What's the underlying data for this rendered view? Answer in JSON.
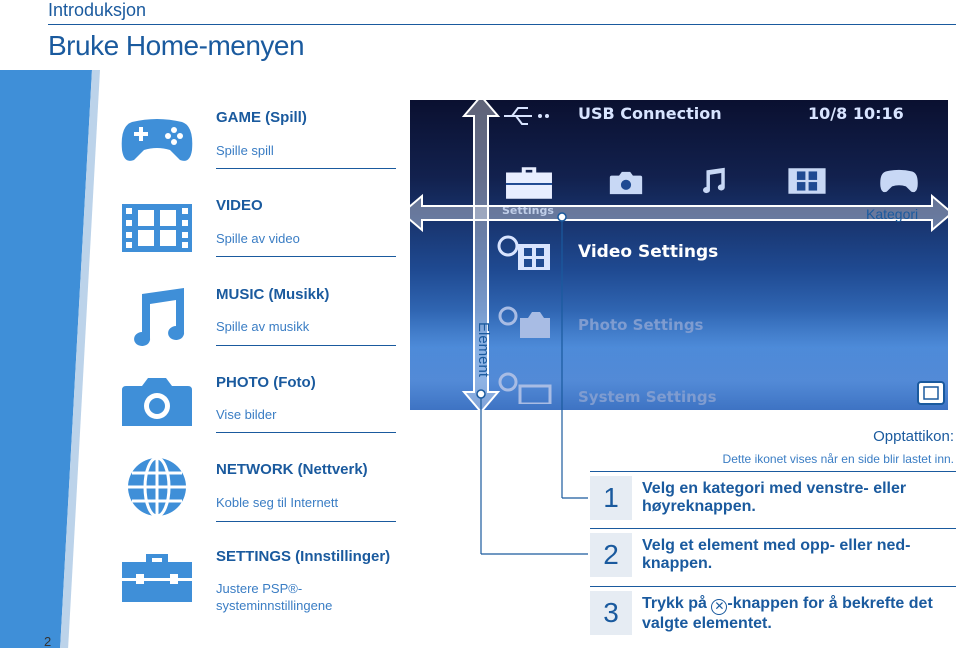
{
  "header": {
    "section_title": "Introduksjon",
    "page_title": "Bruke Home-menyen"
  },
  "page_number": "2",
  "categories": [
    {
      "icon": "gamepad-icon",
      "heading": "GAME (Spill)",
      "description": "Spille spill"
    },
    {
      "icon": "film-icon",
      "heading": "VIDEO",
      "description": "Spille av video"
    },
    {
      "icon": "music-note-icon",
      "heading": "MUSIC (Musikk)",
      "description": "Spille av musikk"
    },
    {
      "icon": "camera-icon",
      "heading": "PHOTO (Foto)",
      "description": "Vise bilder"
    },
    {
      "icon": "globe-icon",
      "heading": "NETWORK (Nettverk)",
      "description": "Koble seg til Internett"
    },
    {
      "icon": "toolbox-icon",
      "heading": "SETTINGS (Innstillinger)",
      "description": "Justere PSP®-\nsysteminnstillingene"
    }
  ],
  "screen": {
    "top_label": "USB Connection",
    "clock": "10/8 10:16",
    "category_label": "Settings",
    "items": [
      "Video Settings",
      "Photo Settings",
      "System Settings"
    ]
  },
  "labels": {
    "category": "Kategori",
    "element": "Element"
  },
  "charge_icon": {
    "heading": "Opptattikon:",
    "description": "Dette ikonet vises når en side blir lastet inn."
  },
  "steps": [
    {
      "number": "1",
      "text": "Velg en kategori med venstre- eller høyreknappen."
    },
    {
      "number": "2",
      "text": "Velg et element med opp- eller ned-knappen."
    },
    {
      "number": "3",
      "text_before": "Trykk på",
      "icon": "cross-button-icon",
      "text_after": "-knappen for å bekrefte det valgte elementet."
    }
  ],
  "colors": {
    "accent": "#1a5a9e",
    "light_accent": "#3a7dc4",
    "sidebar": "#3f8fd8",
    "step_bg": "#e6ecf3"
  }
}
